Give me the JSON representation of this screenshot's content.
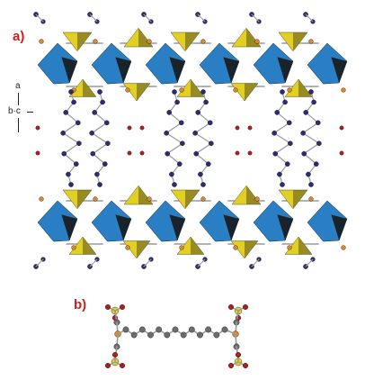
{
  "labels": {
    "panel_a": "a)",
    "panel_b": "b)",
    "axis_a": "a",
    "axis_bc": "b·c"
  },
  "colors": {
    "panel_label": "#cc1f1f",
    "octahedron_blue": "#2a7fc4",
    "octahedron_dark": "#1a1a1a",
    "tetrahedron_yellow": "#e2cf23",
    "nitrogen_atom": "#2b2b7a",
    "oxygen_atom": "#b01e1e",
    "copper_atom": "#d98a2a",
    "carbon_atom": "#6d6d6d",
    "sulfur_atom": "#e8d22a",
    "bond_gray": "#9a9a9a"
  }
}
